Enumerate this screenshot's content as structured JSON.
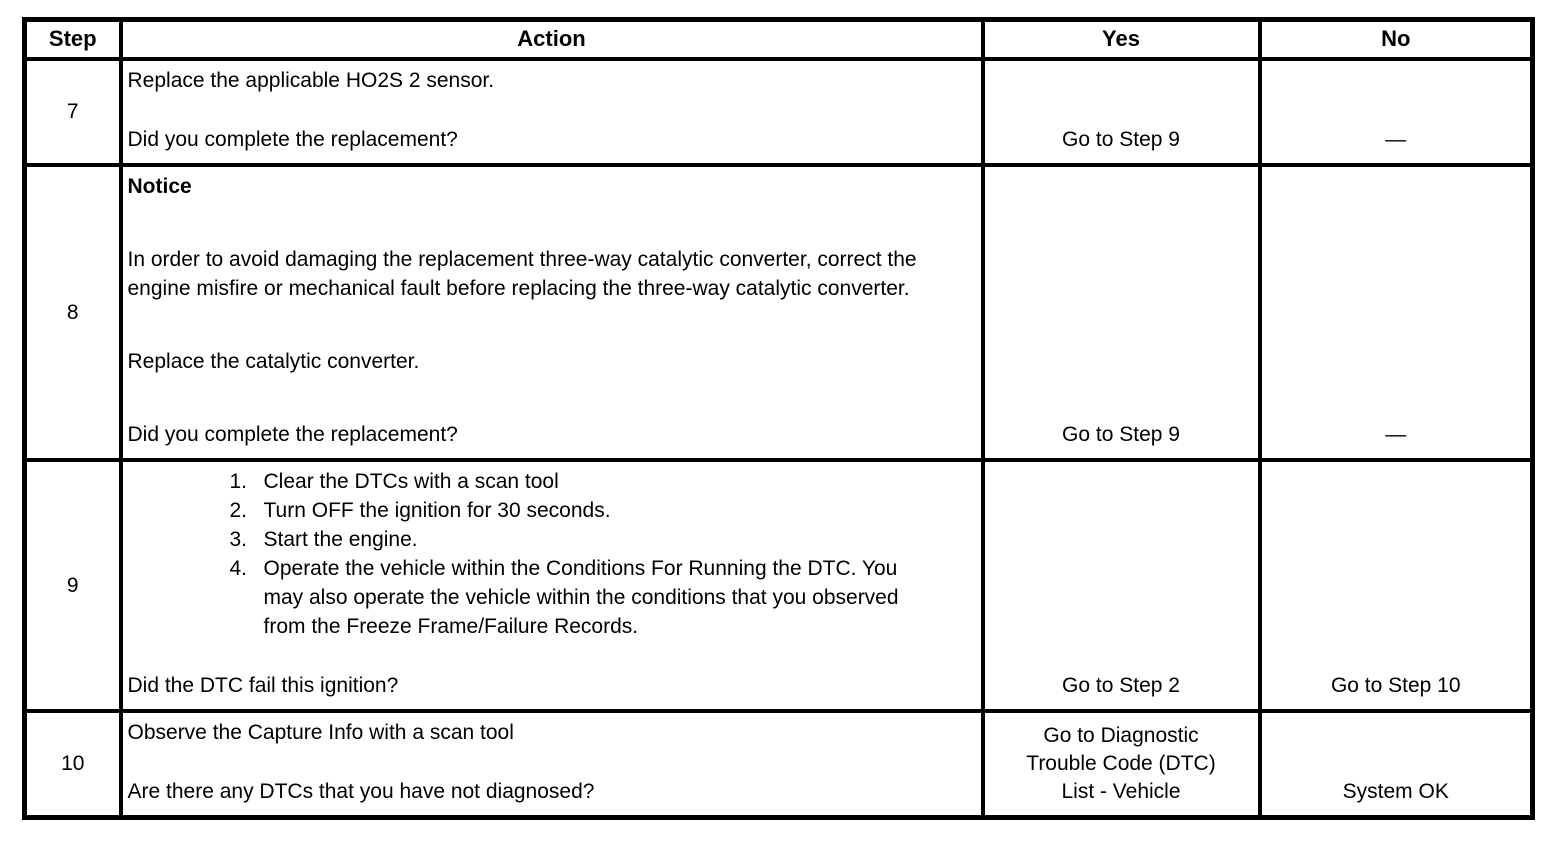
{
  "page": {
    "background": "#ffffff"
  },
  "colors": {
    "border": "#000000",
    "text": "#000000",
    "background": "#ffffff"
  },
  "table": {
    "header": {
      "step": "Step",
      "action": "Action",
      "yes": "Yes",
      "no": "No"
    },
    "rows": [
      {
        "step": "7",
        "action": {
          "paragraphs": [
            "Replace the applicable HO2S 2 sensor."
          ],
          "question": "Did you complete the replacement?"
        },
        "yes": "Go to Step 9",
        "no": "—"
      },
      {
        "step": "8",
        "action": {
          "notice_heading": "Notice",
          "notice_body": "In order to avoid damaging the replacement three-way catalytic converter, correct the engine misfire or mechanical fault before replacing the three-way catalytic converter.",
          "paragraphs": [
            "Replace the catalytic converter."
          ],
          "question": "Did you complete the replacement?"
        },
        "yes": "Go to Step 9",
        "no": "—"
      },
      {
        "step": "9",
        "action": {
          "step_numbers": [
            "1.",
            "2.",
            "3.",
            "4."
          ],
          "numbered_steps": [
            "Clear the DTCs with a scan tool",
            "Turn OFF the ignition for 30 seconds.",
            "Start the engine.",
            "Operate the vehicle within the Conditions For Running the DTC. You may also operate the vehicle within the conditions that you observed from the Freeze Frame/Failure Records."
          ],
          "question": "Did the DTC fail this ignition?"
        },
        "yes": "Go to Step 2",
        "no": "Go to Step 10"
      },
      {
        "step": "10",
        "action": {
          "paragraphs": [
            "Observe the Capture Info with a scan tool"
          ],
          "question": "Are there any DTCs that you have not diagnosed?"
        },
        "yes": "Go to Diagnostic Trouble Code (DTC) List - Vehicle",
        "no": "System OK"
      }
    ]
  }
}
